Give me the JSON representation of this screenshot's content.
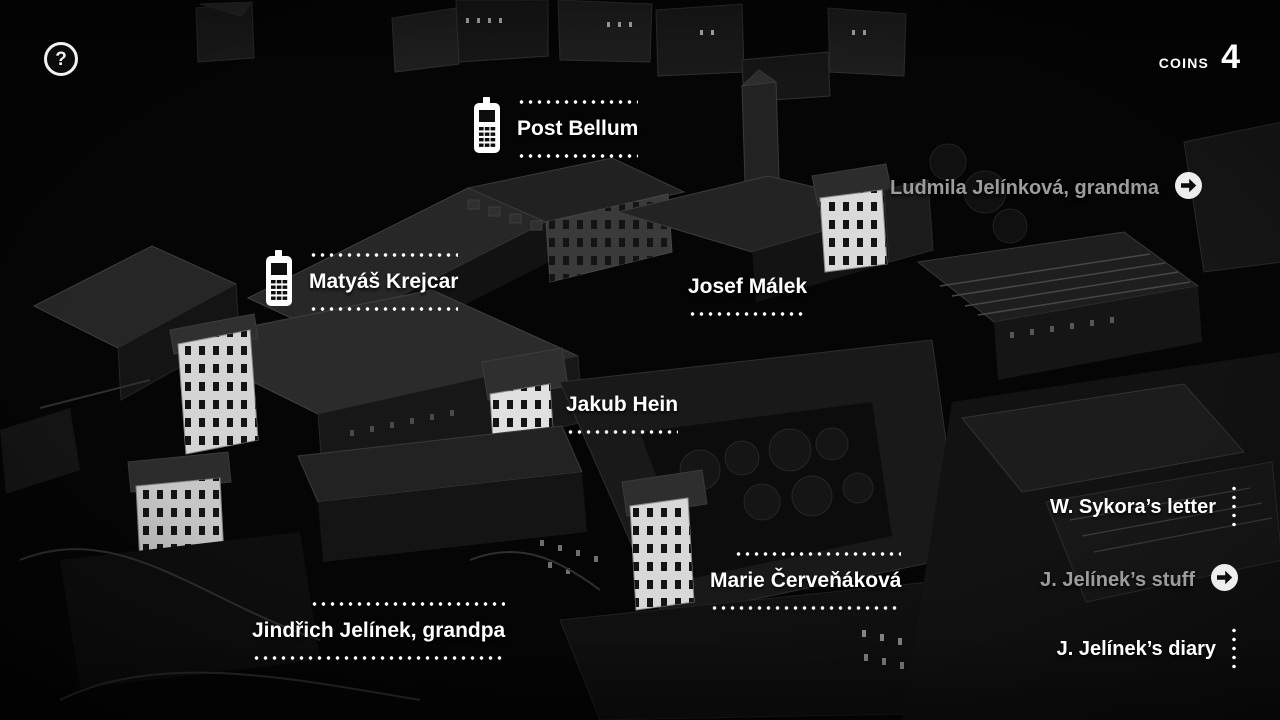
{
  "hud": {
    "help_label": "?",
    "coins": {
      "label": "COINS",
      "value": "4"
    }
  },
  "hotspots": {
    "post_bellum": {
      "label": "Post Bellum",
      "icon": "phone"
    },
    "matyas_krejcar": {
      "label": "Matyáš Krejcar",
      "icon": "phone"
    },
    "josef_malek": {
      "label": "Josef Málek"
    },
    "jakub_hein": {
      "label": "Jakub Hein"
    },
    "marie_cervenakova": {
      "label": "Marie Červeňáková"
    },
    "jindrich_jelinek": {
      "label": "Jindřich Jelínek, grandpa"
    }
  },
  "side_items": {
    "ludmila_jelinkova": {
      "label": "Ludmila Jelínková, grandma",
      "icon": "arrow-circle",
      "dimmed": true
    },
    "sykora_letter": {
      "label": "W. Sykora’s letter",
      "icon": "dotted-line",
      "dimmed": false
    },
    "jelinek_stuff": {
      "label": "J. Jelínek’s stuff",
      "icon": "arrow-circle",
      "dimmed": true
    },
    "jelinek_diary": {
      "label": "J. Jelínek’s diary",
      "icon": "dotted-line",
      "dimmed": false
    }
  },
  "colors": {
    "background": "#060606",
    "label_text": "#ffffff",
    "dimmed_text": "#9c9c9c",
    "accent": "#ffffff"
  }
}
